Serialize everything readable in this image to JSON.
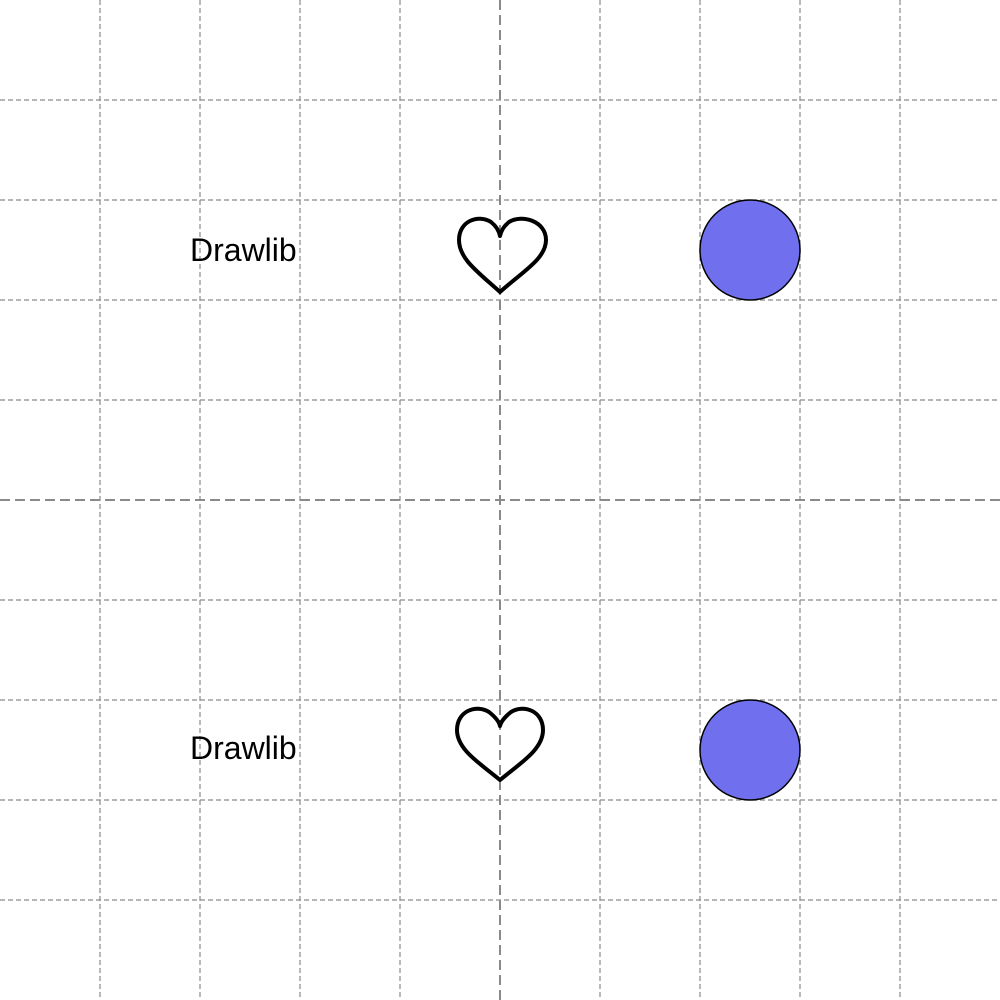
{
  "colors": {
    "background": "#ffffff",
    "grid": "#8a8a8a",
    "stroke": "#000000",
    "circle_fill": "#7070ee"
  },
  "rows": [
    {
      "text": "Drawlib",
      "heart_icon": "heart-outline-icon",
      "circle": "filled-circle"
    },
    {
      "text": "Drawlib",
      "heart_icon": "heart-outline-icon",
      "circle": "filled-circle"
    }
  ]
}
